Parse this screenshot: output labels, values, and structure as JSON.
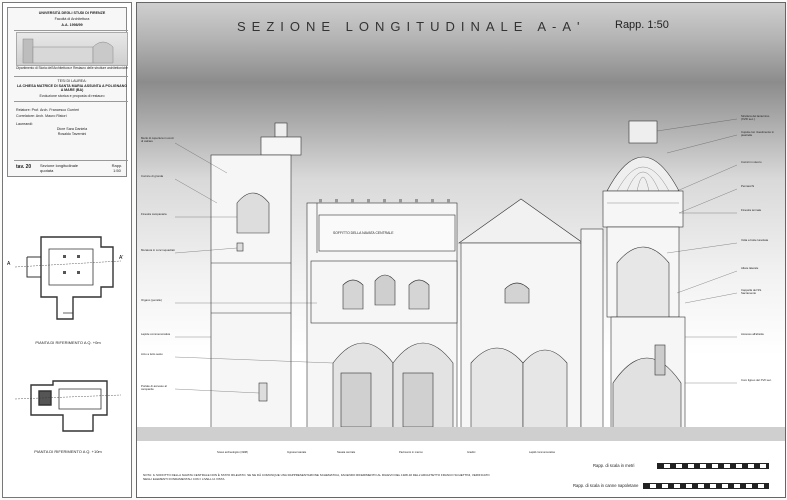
{
  "sheet": {
    "title": "SEZIONE  LONGITUDINALE  A-A'",
    "scale": "Rapp. 1:50"
  },
  "cartouche": {
    "university": "UNIVERSITÀ DEGLI STUDI DI FIRENZE",
    "faculty": "Facoltà di Architettura",
    "year": "A.A. 1998/99",
    "department": "Dipartimento di Storia dell'Architettura e Restauro delle strutture architettoniche",
    "thesis_label": "TESI DI LAUREA:",
    "thesis_title": "LA CHIESA MATRICE DI SANTA MARIA ASSUNTA A POLIGNANO A MARE (BA)",
    "thesis_subtitle": "Evoluzione storica e proposta di restauro",
    "relatore": "Relatore: Prof. Arch. Francesco Gurrieri",
    "correlatore": "Correlatore: Arch. Mauro Ristori",
    "laureandi_label": "Laureandi:",
    "laureando_1": "Dicre Sara Daniela",
    "laureando_2": "Rosaldo Tavernini",
    "tav_label": "tav. 20",
    "tav_title": "Sezione longitudinale quotata",
    "rapp_label": "Rapp.",
    "rapp_value": "1:50"
  },
  "plans": {
    "plan1_caption": "PIANTA DI RIFERIMENTO A Q. +0m",
    "plan2_caption": "PIANTA DI RIFERIMENTO A Q. +10m",
    "marker_a": "A",
    "marker_a_prime": "A'"
  },
  "drawing": {
    "ceiling_label": "SOFFITTO DELLA NAVATA CENTRALE"
  },
  "annotations_left": [
    "Merlo di copertura in conci di calcare",
    "Cornice di gronda",
    "Finestra campanaria",
    "Muratura in conci squadrati",
    "Organo (pensile)",
    "Lapide commemorativa",
    "Arco a tutto sesto",
    "Portale di accesso al campanile"
  ],
  "annotations_right": [
    "Struttura del lanternino (XVIII sec.)",
    "Cupola con rivestimento in piastrelle",
    "Cornici in stucco",
    "Pennacchi",
    "Finestra termale",
    "Volta a botte lunettata",
    "Altare laterale",
    "Cappella del SS. Sacramento",
    "Accesso all'abside",
    "Coro ligneo del XVII sec."
  ],
  "annotations_bottom": [
    "Scavo archeologico (1998)",
    "Ingresso laterale",
    "Navata centrale",
    "Pavimento in marmo",
    "Gradini",
    "Lapidi commemorative"
  ],
  "note": "NOTA: IL SOFFITTO DELLA NAVATA CENTRALE NON È STATO RILEVATO. SE NE DÀ COMUNQUE UNA RAPPRESENTAZIONE SCHEMATICA, FACENDO RIFERIMENTO AL RILIEVO DEL 1928-32 DELL'ARCHITETTO FRANCO SCHETTINI, VERIFICATO NEGLI ELEMENTI FONDAMENTALI CON I LIVELLI A VISTA.",
  "scalebars": {
    "metric_label": "Rapp. di scala in metri",
    "palmi_label": "Rapp. di scala in canne napoletane"
  }
}
